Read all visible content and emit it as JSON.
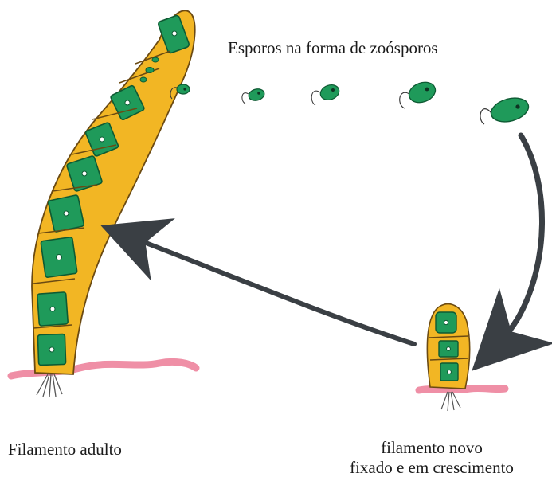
{
  "labels": {
    "spores": "Esporos na forma de zoósporos",
    "adult": "Filamento adulto",
    "new_line1": "filamento novo",
    "new_line2": "fixado e em crescimento"
  },
  "colors": {
    "cell_wall": "#f2b624",
    "cell_green": "#1f9a5a",
    "cell_dark": "#0e5a33",
    "substrate": "#ef8fa6",
    "arrow": "#3a3f44",
    "outline": "#6b4a12",
    "rhizoid": "#555555"
  }
}
